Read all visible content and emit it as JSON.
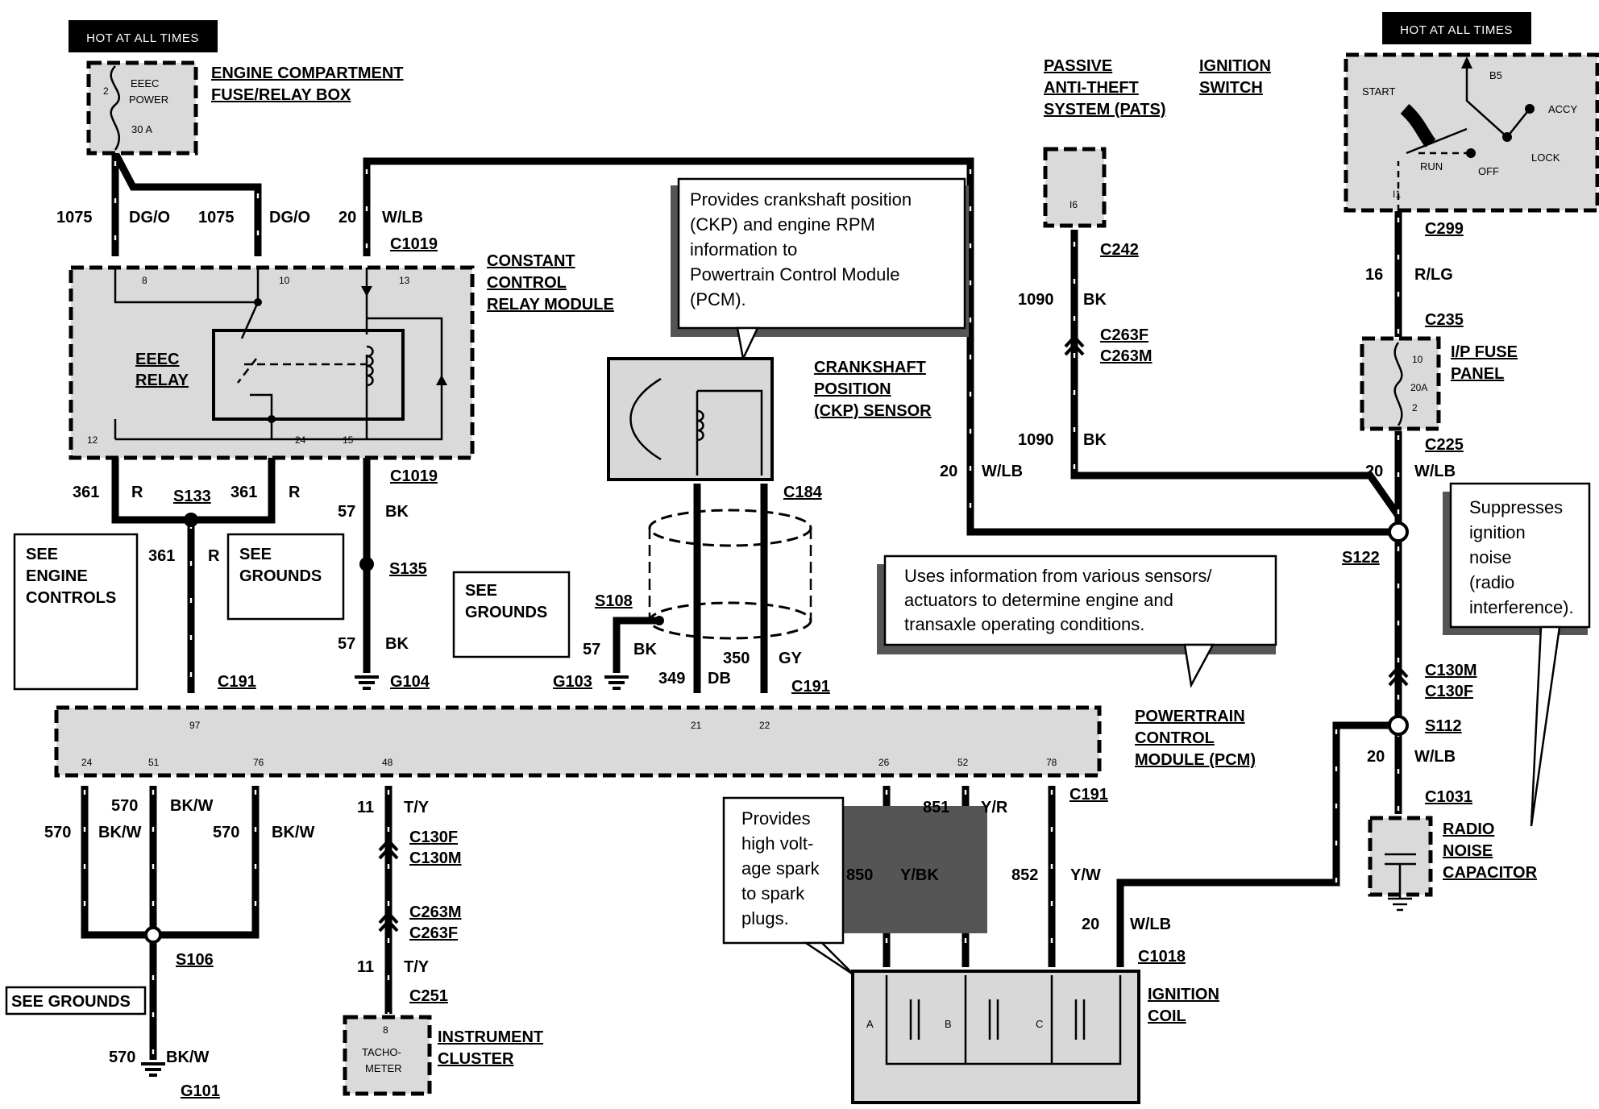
{
  "banners": {
    "hot_left": "HOT AT ALL TIMES",
    "hot_right": "HOT AT ALL TIMES"
  },
  "components": {
    "fuse_box": {
      "title_1": "ENGINE COMPARTMENT",
      "title_2": "FUSE/RELAY  BOX",
      "fuse_name_1": "EEEC",
      "fuse_name_2": "POWER",
      "fuse_rating": "30 A",
      "pin": "2"
    },
    "ccrm": {
      "title_1": "CONSTANT",
      "title_2": "CONTROL",
      "title_3": "RELAY MODULE",
      "relay_1": "EEEC",
      "relay_2": "RELAY",
      "pin_8": "8",
      "pin_10": "10",
      "pin_13": "13",
      "pin_12": "12",
      "pin_24": "24",
      "pin_15": "15"
    },
    "ckp": {
      "title_1": "CRANKSHAFT",
      "title_2": "POSITION",
      "title_3": "(CKP) SENSOR"
    },
    "pats": {
      "title_1": "PASSIVE",
      "title_2": "ANTI-THEFT",
      "title_3": "SYSTEM (PATS)",
      "pin": "I6"
    },
    "ign_switch": {
      "title_1": "IGNITION",
      "title_2": "SWITCH",
      "start": "START",
      "b5": "B5",
      "accy": "ACCY",
      "run": "RUN",
      "off": "OFF",
      "lock": "LOCK",
      "pin": "I1"
    },
    "ip_fuse": {
      "title_1": "I/P FUSE",
      "title_2": "PANEL",
      "pin_10": "10",
      "rating": "20A",
      "pin_2": "2"
    },
    "pcm": {
      "title_1": "POWERTRAIN",
      "title_2": "CONTROL",
      "title_3": "MODULE (PCM)",
      "pin_97": "97",
      "pin_21": "21",
      "pin_22": "22",
      "pin_24": "24",
      "pin_51": "51",
      "pin_76": "76",
      "pin_48": "48",
      "pin_26": "26",
      "pin_52": "52",
      "pin_78": "78"
    },
    "radio_cap": {
      "title_1": "RADIO",
      "title_2": "NOISE",
      "title_3": "CAPACITOR"
    },
    "ign_coil": {
      "title_1": "IGNITION",
      "title_2": "COIL",
      "coil_a": "A",
      "coil_b": "B",
      "coil_c": "C"
    },
    "cluster": {
      "title_1": "INSTRUMENT",
      "title_2": "CLUSTER",
      "gauge_1": "TACHO-",
      "gauge_2": "METER",
      "pin": "8"
    }
  },
  "callouts": {
    "ckp": [
      "Provides crankshaft position",
      "(CKP) and engine RPM",
      "information to",
      "Powertrain Control Module",
      "(PCM)."
    ],
    "pcm": [
      "Uses information from various sensors/",
      "actuators to determine engine and",
      "transaxle operating conditions."
    ],
    "radio": [
      "Suppresses",
      "ignition",
      "noise",
      "(radio",
      "interference)."
    ],
    "coil": [
      "Provides",
      "high volt-",
      "age spark",
      "to spark",
      "plugs."
    ]
  },
  "refs": {
    "engine_controls": [
      "SEE",
      "ENGINE",
      "CONTROLS"
    ],
    "grounds_a": [
      "SEE",
      "GROUNDS"
    ],
    "grounds_b": [
      "SEE",
      "GROUNDS"
    ],
    "grounds_c": "SEE GROUNDS"
  },
  "connectors": {
    "c1019_top": "C1019",
    "c1019_bot": "C1019",
    "c184": "C184",
    "s133": "S133",
    "s135": "S135",
    "s108": "S108",
    "g104": "G104",
    "g103": "G103",
    "c191_a": "C191",
    "c191_b": "C191",
    "c191_c": "C191",
    "c242": "C242",
    "c263f": "C263F",
    "c263m": "C263M",
    "c299": "C299",
    "c235": "C235",
    "c225": "C225",
    "s122": "S122",
    "c130m": "C130M",
    "c130f": "C130F",
    "s112": "S112",
    "c1031": "C1031",
    "s106": "S106",
    "g101": "G101",
    "c130f_b": "C130F",
    "c130m_b": "C130M",
    "c263m_b": "C263M",
    "c263f_b": "C263F",
    "c251": "C251",
    "c1018": "C1018"
  },
  "wires": {
    "w1075_a": {
      "circuit": "1075",
      "color": "DG/O"
    },
    "w1075_b": {
      "circuit": "1075",
      "color": "DG/O"
    },
    "w20_top": {
      "circuit": "20",
      "color": "W/LB"
    },
    "w361_a": {
      "circuit": "361",
      "color": "R"
    },
    "w361_b": {
      "circuit": "361",
      "color": "R"
    },
    "w361_c": {
      "circuit": "361",
      "color": "R"
    },
    "w57_a": {
      "circuit": "57",
      "color": "BK"
    },
    "w57_b": {
      "circuit": "57",
      "color": "BK"
    },
    "w57_c": {
      "circuit": "57",
      "color": "BK"
    },
    "w349": {
      "circuit": "349",
      "color": "DB"
    },
    "w350": {
      "circuit": "350",
      "color": "GY"
    },
    "w20_mid": {
      "circuit": "20",
      "color": "W/LB"
    },
    "w1090_a": {
      "circuit": "1090",
      "color": "BK"
    },
    "w1090_b": {
      "circuit": "1090",
      "color": "BK"
    },
    "w16": {
      "circuit": "16",
      "color": "R/LG"
    },
    "w20_right": {
      "circuit": "20",
      "color": "W/LB"
    },
    "w20_right2": {
      "circuit": "20",
      "color": "W/LB"
    },
    "w570_a": {
      "circuit": "570",
      "color": "BK/W"
    },
    "w570_b": {
      "circuit": "570",
      "color": "BK/W"
    },
    "w570_c": {
      "circuit": "570",
      "color": "BK/W"
    },
    "w570_d": {
      "circuit": "570",
      "color": "BK/W"
    },
    "w11_a": {
      "circuit": "11",
      "color": "T/Y"
    },
    "w11_b": {
      "circuit": "11",
      "color": "T/Y"
    },
    "w850": {
      "circuit": "850",
      "color": "Y/BK"
    },
    "w851": {
      "circuit": "851",
      "color": "Y/R"
    },
    "w852": {
      "circuit": "852",
      "color": "Y/W"
    },
    "w20_coil": {
      "circuit": "20",
      "color": "W/LB"
    }
  }
}
